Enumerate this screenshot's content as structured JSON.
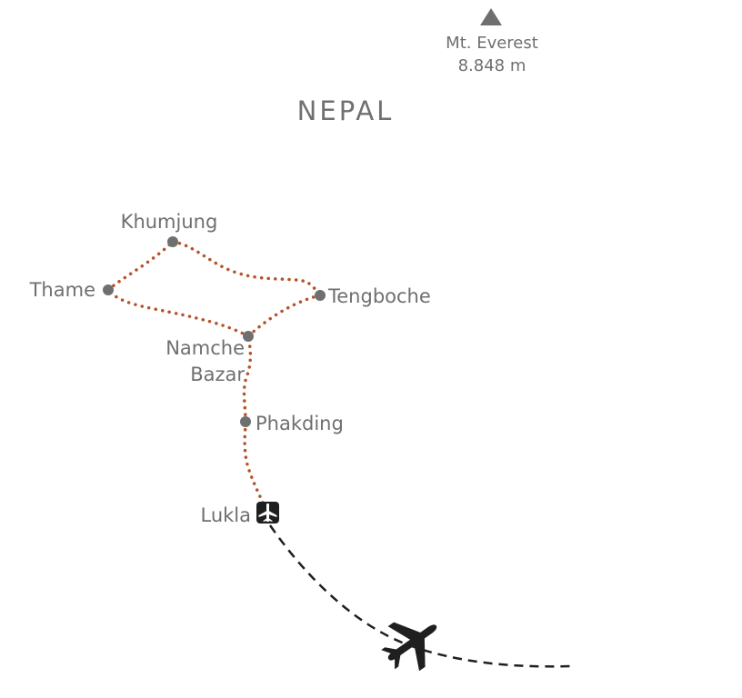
{
  "country": "NEPAL",
  "peak": {
    "name": "Mt. Everest",
    "elevation": "8.848 m",
    "icon": "mountain-triangle-icon"
  },
  "places": {
    "khumjung": "Khumjung",
    "thame": "Thame",
    "tengboche": "Tengboche",
    "namche_line1": "Namche",
    "namche_line2": "Bazar",
    "phakding": "Phakding",
    "lukla": "Lukla"
  },
  "icons": {
    "airport": "airport-icon",
    "airplane": "airplane-icon"
  },
  "colors": {
    "trail": "#b5532a",
    "marker": "#6f6f6f",
    "text": "#6f6f6f",
    "flight_path": "#1f1f1f",
    "airport_bg": "#1f1f1f"
  }
}
